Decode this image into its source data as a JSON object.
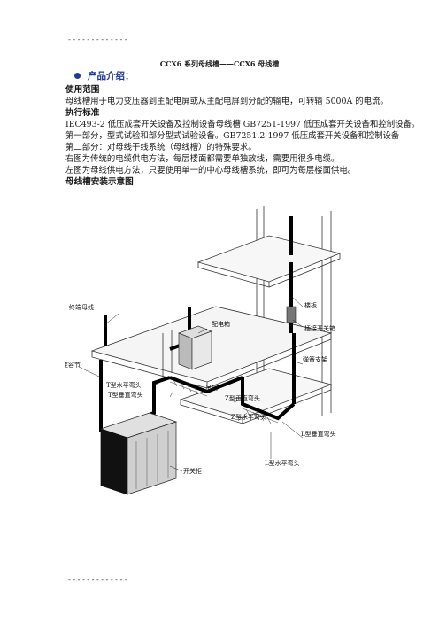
{
  "header": {
    "dashes": "-------------"
  },
  "doc_title": "CCX6 系列母线槽——CCX6 母线槽",
  "section": {
    "label": "产品介绍："
  },
  "paragraphs": {
    "scope_heading": "使用范围",
    "scope_text": "母线槽用于电力变压器到主配电屏或从主配电屏到分配的输电，可转输 5000A 的电流。",
    "standard_heading": "执行标准",
    "standard_line1": "IEC493-2 低压成套开关设备及控制设备母线槽 GB7251-1997 低压成套开关设备和控制设备。",
    "standard_line2": "第一部分，型式试验和部分型式试验设备。GB7251.2-1997 低压成套开关设备和控制设备",
    "standard_line3": "第二部分：对母线干线系统（母线槽）的特殊要求。",
    "right_fig": "右图为传统的电缆供电方法，每层楼面都需要单独放线，需要用很多电缆。",
    "left_fig": "左图为母线供电方法，只要使用单一的中心母线槽系统，即可为每层楼面供电。",
    "diagram_heading": "母线槽安装示意图"
  },
  "diagram_labels": {
    "terminal_busbar": "终端母线",
    "distribution_box": "配电箱",
    "floor": "楼板",
    "plug_switch_box": "插接开关箱",
    "transformer_joint": "变容节",
    "spring_bracket": "弹簧支架",
    "t_horizontal_elbow": "T型水平弯头",
    "t_vertical_elbow": "T型垂直弯头",
    "hanger": "吊架",
    "z_vertical_elbow": "Z型垂直弯头",
    "z_horizontal_elbow": "Z型水平弯头",
    "l_vertical_elbow": "L型垂直弯头",
    "l_horizontal_elbow": "L型水平弯头",
    "switch_cabinet": "开关柜"
  },
  "footer": {
    "dashes": "-------------"
  }
}
